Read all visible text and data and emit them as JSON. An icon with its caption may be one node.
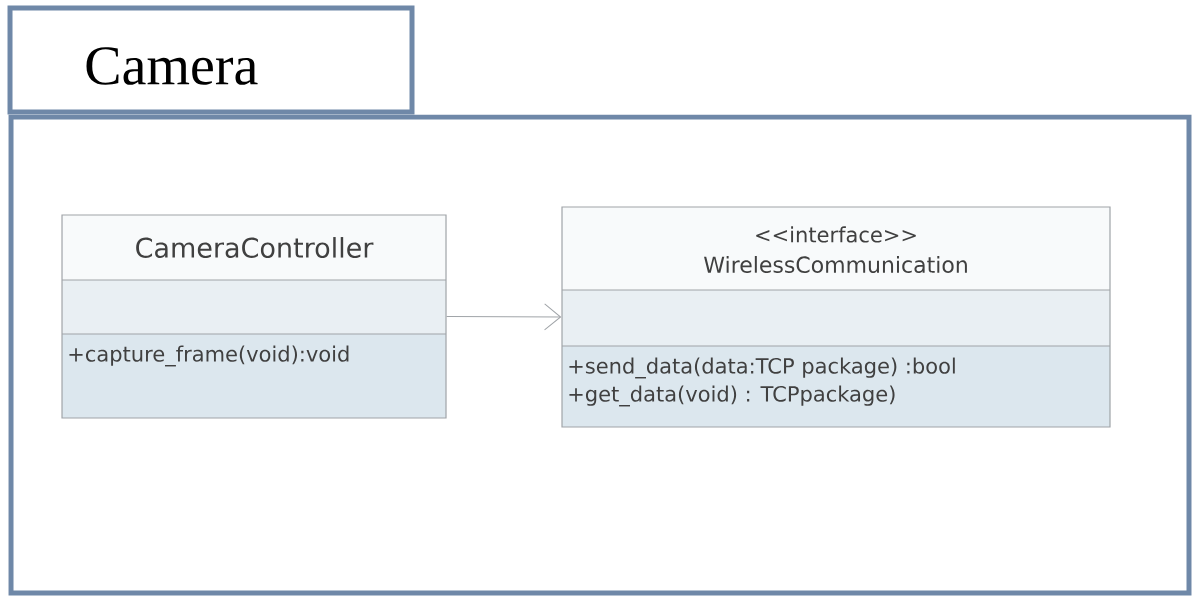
{
  "diagram": {
    "nodes": [
      {
        "text": [
          "Camera"
        ]
      },
      {
        "text": [
          "CameraController",
          "+capture_frame(void):void"
        ],
        "in": 0
      },
      {
        "text": [
          "<<interface>>",
          "WirelessCommunication",
          "+send_data(data:TCP package) :bool",
          "+get_data(void) : TCPpackage)"
        ],
        "in": 0
      }
    ],
    "edges": [
      {
        "from": 1,
        "to": 2,
        "arrow": "to"
      }
    ]
  }
}
